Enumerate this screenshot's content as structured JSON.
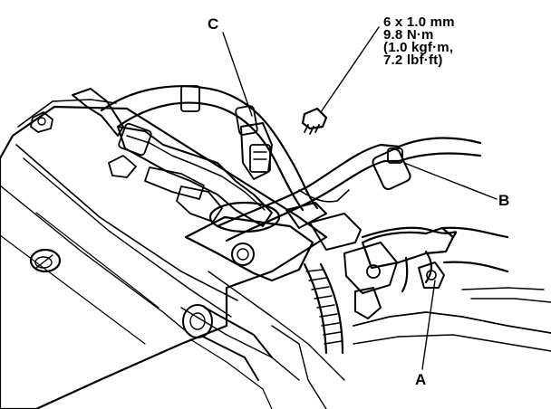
{
  "callouts": {
    "c": "C",
    "b": "B",
    "a": "A"
  },
  "torque_spec": {
    "bolt_size": "6 x 1.0 mm",
    "torque_nm": "9.8 N·m",
    "torque_kgfm": "(1.0 kgf·m,",
    "torque_lbfft": "7.2 lbf·ft)"
  }
}
